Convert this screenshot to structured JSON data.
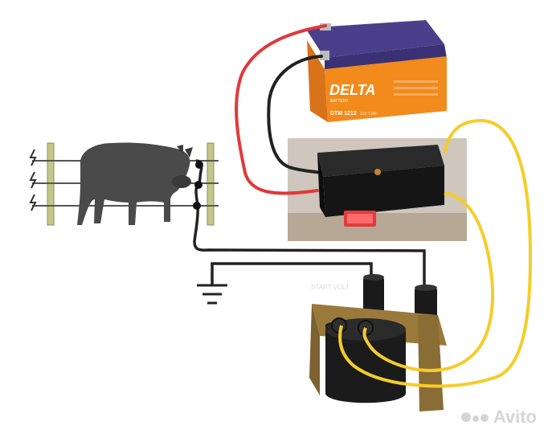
{
  "battery": {
    "brand": "DELTA",
    "brand_sub": "BATTERY",
    "model": "DTM 1212",
    "spec": "12V 12Ah"
  },
  "coil": {
    "watermark": "START VOLT"
  },
  "watermark": {
    "text": "Avito"
  },
  "colors": {
    "wire_red": "#e0393a",
    "wire_black": "#222222",
    "wire_yellow": "#f5cd2a",
    "battery_orange": "#f28a1c",
    "battery_top": "#4b3f8c",
    "box_black": "#151515"
  }
}
